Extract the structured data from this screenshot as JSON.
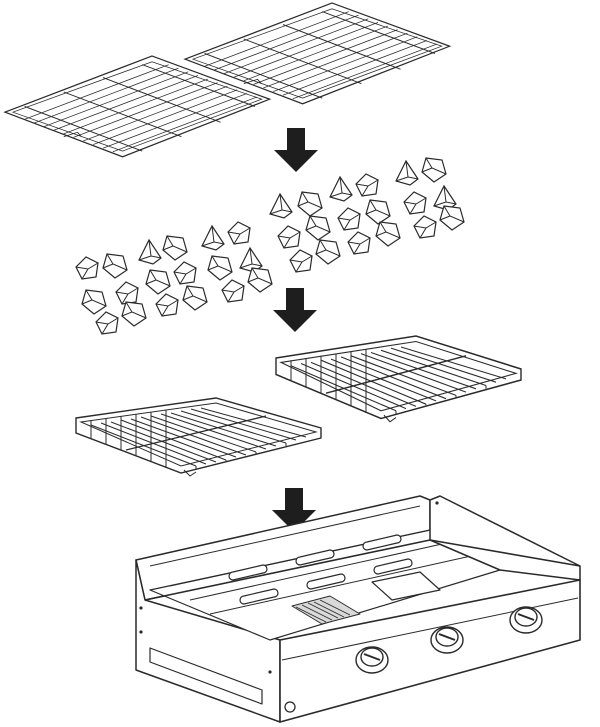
{
  "diagram": {
    "steps": [
      {
        "id": "cooking-grates",
        "count": 2
      },
      {
        "id": "lava-rocks"
      },
      {
        "id": "rock-grates",
        "count": 2
      },
      {
        "id": "burner-base",
        "knob_count": 3
      }
    ],
    "arrow_count": 3,
    "colors": {
      "stroke": "#2a2a2a",
      "arrow": "#1e1e1e",
      "fill": "#ffffff",
      "shade": "#d9d9d9"
    }
  }
}
